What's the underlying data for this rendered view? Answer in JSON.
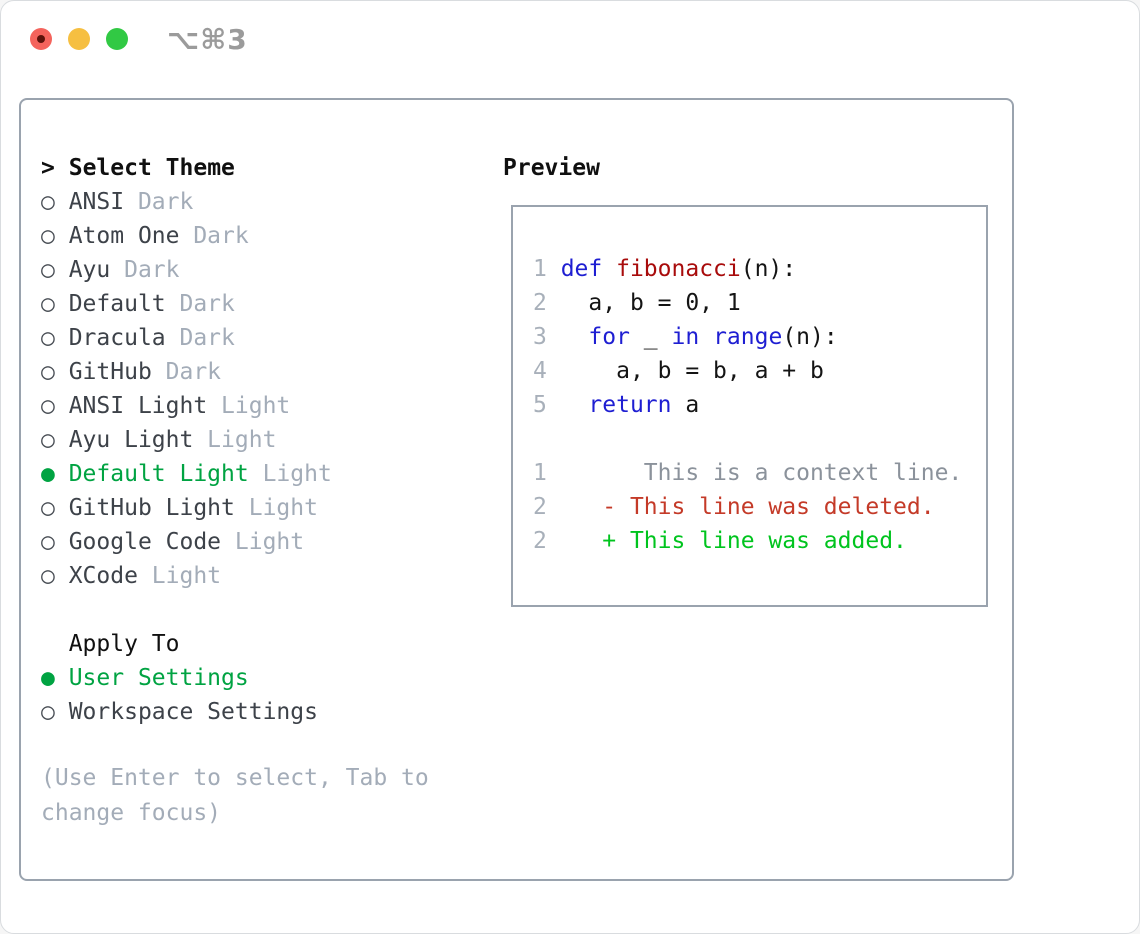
{
  "window": {
    "title": "⌥⌘3"
  },
  "markers": {
    "selected": "●",
    "unselected": "○",
    "header_pointer": ">"
  },
  "theme_list": {
    "header": "Select Theme",
    "items": [
      {
        "name": "ANSI",
        "variant": "Dark",
        "selected": false
      },
      {
        "name": "Atom One",
        "variant": "Dark",
        "selected": false
      },
      {
        "name": "Ayu",
        "variant": "Dark",
        "selected": false
      },
      {
        "name": "Default",
        "variant": "Dark",
        "selected": false
      },
      {
        "name": "Dracula",
        "variant": "Dark",
        "selected": false
      },
      {
        "name": "GitHub",
        "variant": "Dark",
        "selected": false
      },
      {
        "name": "ANSI Light",
        "variant": "Light",
        "selected": false
      },
      {
        "name": "Ayu Light",
        "variant": "Light",
        "selected": false
      },
      {
        "name": "Default Light",
        "variant": "Light",
        "selected": true
      },
      {
        "name": "GitHub Light",
        "variant": "Light",
        "selected": false
      },
      {
        "name": "Google Code",
        "variant": "Light",
        "selected": false
      },
      {
        "name": "XCode",
        "variant": "Light",
        "selected": false
      }
    ]
  },
  "apply_to": {
    "header": "Apply To",
    "options": [
      {
        "label": "User Settings",
        "selected": true
      },
      {
        "label": "Workspace Settings",
        "selected": false
      }
    ]
  },
  "hint": "(Use Enter to select, Tab to change focus)",
  "preview": {
    "header": "Preview",
    "lines": [
      {
        "num": "1",
        "tokens": [
          {
            "t": "def",
            "c": "kw"
          },
          {
            "t": " ",
            "c": "p"
          },
          {
            "t": "fibonacci",
            "c": "fn"
          },
          {
            "t": "(n):",
            "c": "p"
          }
        ]
      },
      {
        "num": "2",
        "tokens": [
          {
            "t": "  a, b = 0, 1",
            "c": "p"
          }
        ]
      },
      {
        "num": "3",
        "tokens": [
          {
            "t": "  ",
            "c": "p"
          },
          {
            "t": "for",
            "c": "kw"
          },
          {
            "t": " _ ",
            "c": "p"
          },
          {
            "t": "in",
            "c": "kw"
          },
          {
            "t": " ",
            "c": "p"
          },
          {
            "t": "range",
            "c": "kw"
          },
          {
            "t": "(n):",
            "c": "p"
          }
        ]
      },
      {
        "num": "4",
        "tokens": [
          {
            "t": "    a, b = b, a + b",
            "c": "p"
          }
        ]
      },
      {
        "num": "5",
        "tokens": [
          {
            "t": "  ",
            "c": "p"
          },
          {
            "t": "return",
            "c": "kw"
          },
          {
            "t": " a",
            "c": "p"
          }
        ]
      },
      {
        "num": "",
        "tokens": []
      },
      {
        "num": "1",
        "tokens": [
          {
            "t": "      This is a context line.",
            "c": "ctx"
          }
        ]
      },
      {
        "num": "2",
        "tokens": [
          {
            "t": "   - This line was deleted.",
            "c": "del"
          }
        ]
      },
      {
        "num": "2",
        "tokens": [
          {
            "t": "   + This line was added.",
            "c": "add"
          }
        ]
      }
    ]
  },
  "colors": {
    "keyword": "#1e1ed2",
    "function": "#a80b0b",
    "code_text": "#141414",
    "line_number": "#a8b0ba",
    "context": "#8b929b",
    "deleted": "#c43a28",
    "added": "#00c41e",
    "selected_green": "#00a342",
    "muted": "#a3acb8",
    "item_text": "#3d4249",
    "header_text": "#101010",
    "border": "#9aa3ae",
    "title_text": "#9b9b9b",
    "traffic_red": "#f4635c",
    "traffic_red_dot": "#5c120b",
    "traffic_yellow": "#f6bf41",
    "traffic_green": "#31c944"
  }
}
